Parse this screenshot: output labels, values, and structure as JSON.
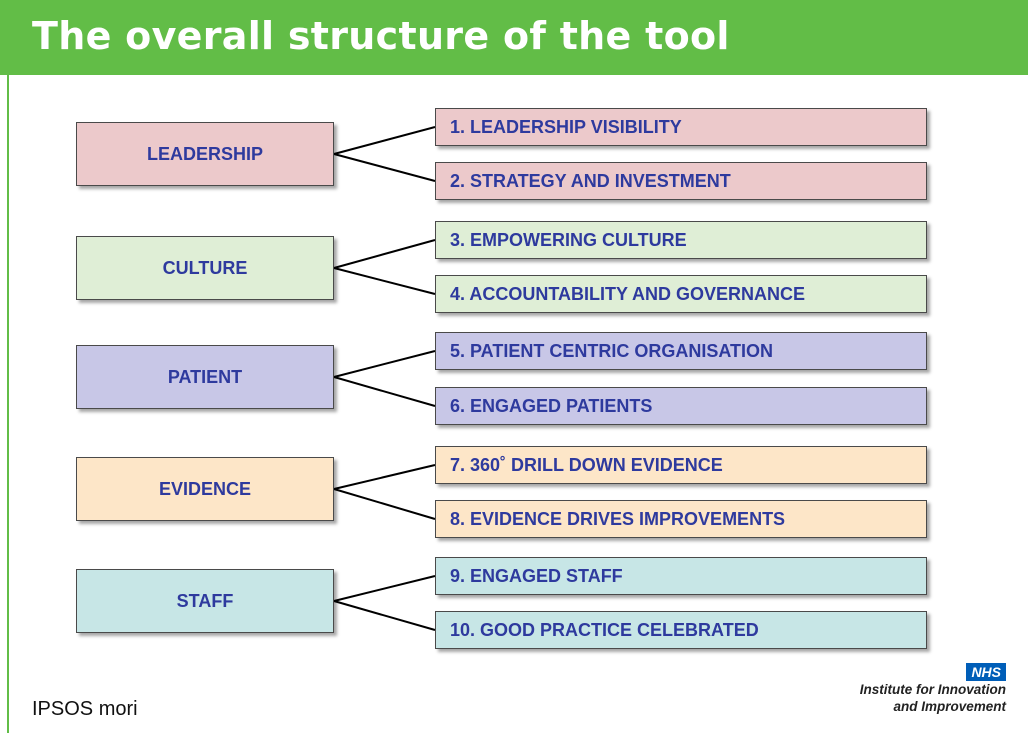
{
  "title": "The overall structure of the tool",
  "colors": {
    "header": "#62bd47",
    "text": "#2e3a9e",
    "leadership": "#ecc9cb",
    "culture": "#dfeed6",
    "patient": "#c8c7e7",
    "evidence": "#fde6c8",
    "staff": "#c7e6e6"
  },
  "groups": [
    {
      "label": "LEADERSHIP",
      "color": "#ecc9cb",
      "items": [
        "1.  LEADERSHIP VISIBILITY",
        "2.  STRATEGY AND INVESTMENT"
      ]
    },
    {
      "label": "CULTURE",
      "color": "#dfeed6",
      "items": [
        "3.  EMPOWERING CULTURE",
        "4.  ACCOUNTABILITY AND GOVERNANCE"
      ]
    },
    {
      "label": "PATIENT",
      "color": "#c8c7e7",
      "items": [
        "5.  PATIENT CENTRIC ORGANISATION",
        "6.  ENGAGED PATIENTS"
      ]
    },
    {
      "label": "EVIDENCE",
      "color": "#fde6c8",
      "items": [
        "7.  360˚ DRILL DOWN EVIDENCE",
        "8.  EVIDENCE DRIVES IMPROVEMENTS"
      ]
    },
    {
      "label": "STAFF",
      "color": "#c7e6e6",
      "items": [
        "9.  ENGAGED STAFF",
        "10.  GOOD PRACTICE CELEBRATED"
      ]
    }
  ],
  "footer": {
    "source": "IPSOS mori",
    "logo_text": "NHS",
    "org_line1": "Institute for Innovation",
    "org_line2": "and Improvement"
  }
}
